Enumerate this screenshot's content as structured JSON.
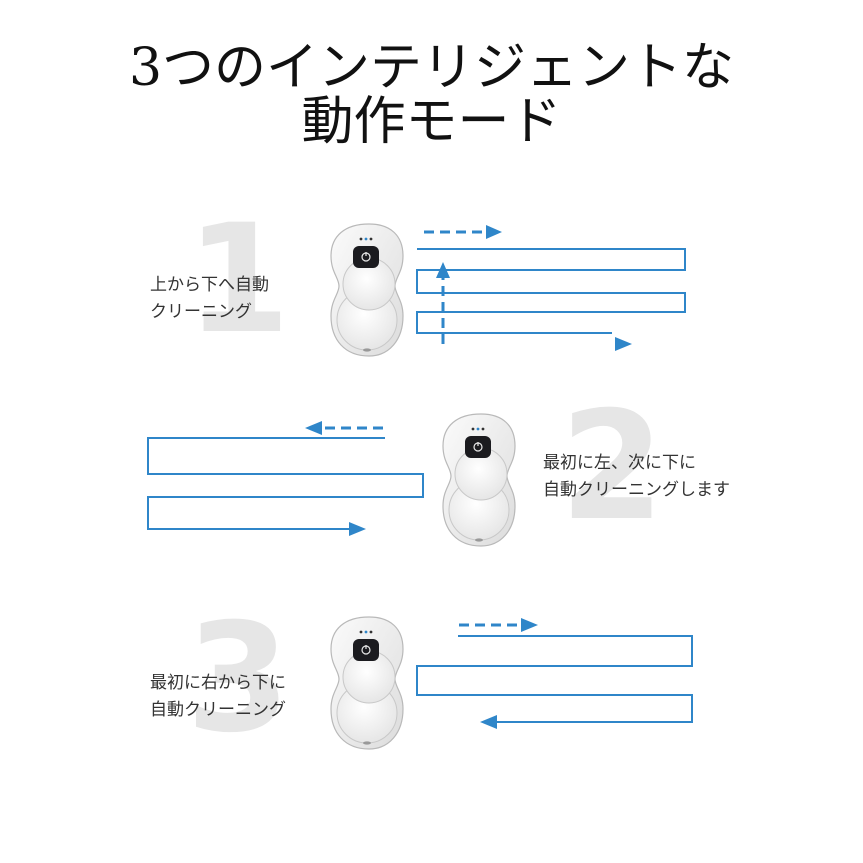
{
  "heading": {
    "line1": "3つのインテリジェントな",
    "line2": "動作モード"
  },
  "accent_color": "#2f86c9",
  "modes": [
    {
      "number": "1",
      "line1": "上から下へ自動",
      "line2": "クリーニング"
    },
    {
      "number": "2",
      "line1": "最初に左、次に下に",
      "line2": "自動クリーニングします"
    },
    {
      "number": "3",
      "line1": "最初に右から下に",
      "line2": "自動クリーニング"
    }
  ]
}
